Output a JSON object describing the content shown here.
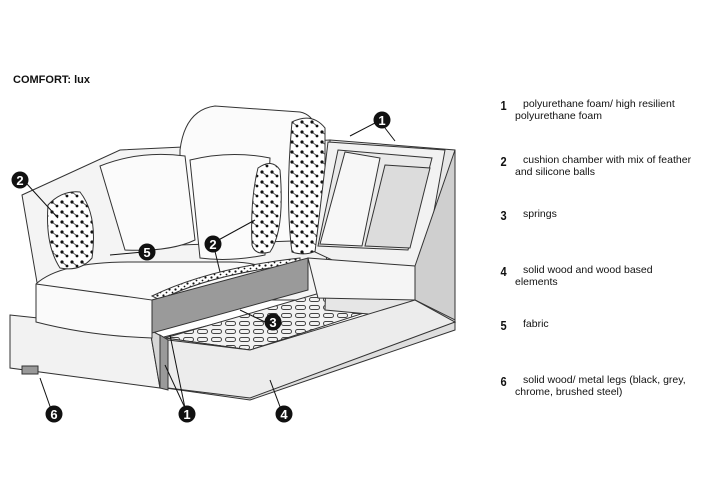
{
  "title": "COMFORT: lux",
  "legend": [
    {
      "number": "1",
      "text": "polyurethane foam/ high resilient polyurethane foam"
    },
    {
      "number": "2",
      "text": "cushion chamber with mix of feather and silicone balls"
    },
    {
      "number": "3",
      "text": "springs"
    },
    {
      "number": "4",
      "text": "solid wood and wood based elements"
    },
    {
      "number": "5",
      "text": "fabric"
    },
    {
      "number": "6",
      "text": "solid wood/ metal legs (black, grey, chrome, brushed steel)"
    }
  ],
  "markers": [
    "1",
    "1",
    "2",
    "2",
    "3",
    "4",
    "5",
    "6"
  ]
}
